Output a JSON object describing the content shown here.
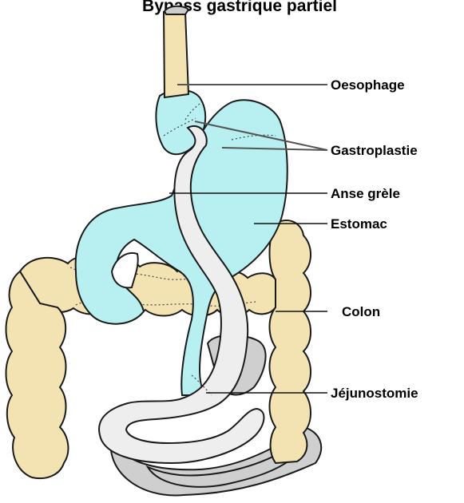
{
  "title": "Bypass gastrique partiel",
  "labels": {
    "oesophage": "Oesophage",
    "gastroplastie": "Gastroplastie",
    "anse_grele": "Anse grèle",
    "estomac": "Estomac",
    "colon": "Colon",
    "jejunostomie": "Jéjunostomie"
  },
  "colors": {
    "stomach": "#b8f0f2",
    "colon": "#f3e3b3",
    "small_intestine": "#e6e6e6",
    "lower_intestine": "#cfcfcf",
    "esophagus": "#f3e3b3",
    "outline": "#1a1a1a"
  }
}
